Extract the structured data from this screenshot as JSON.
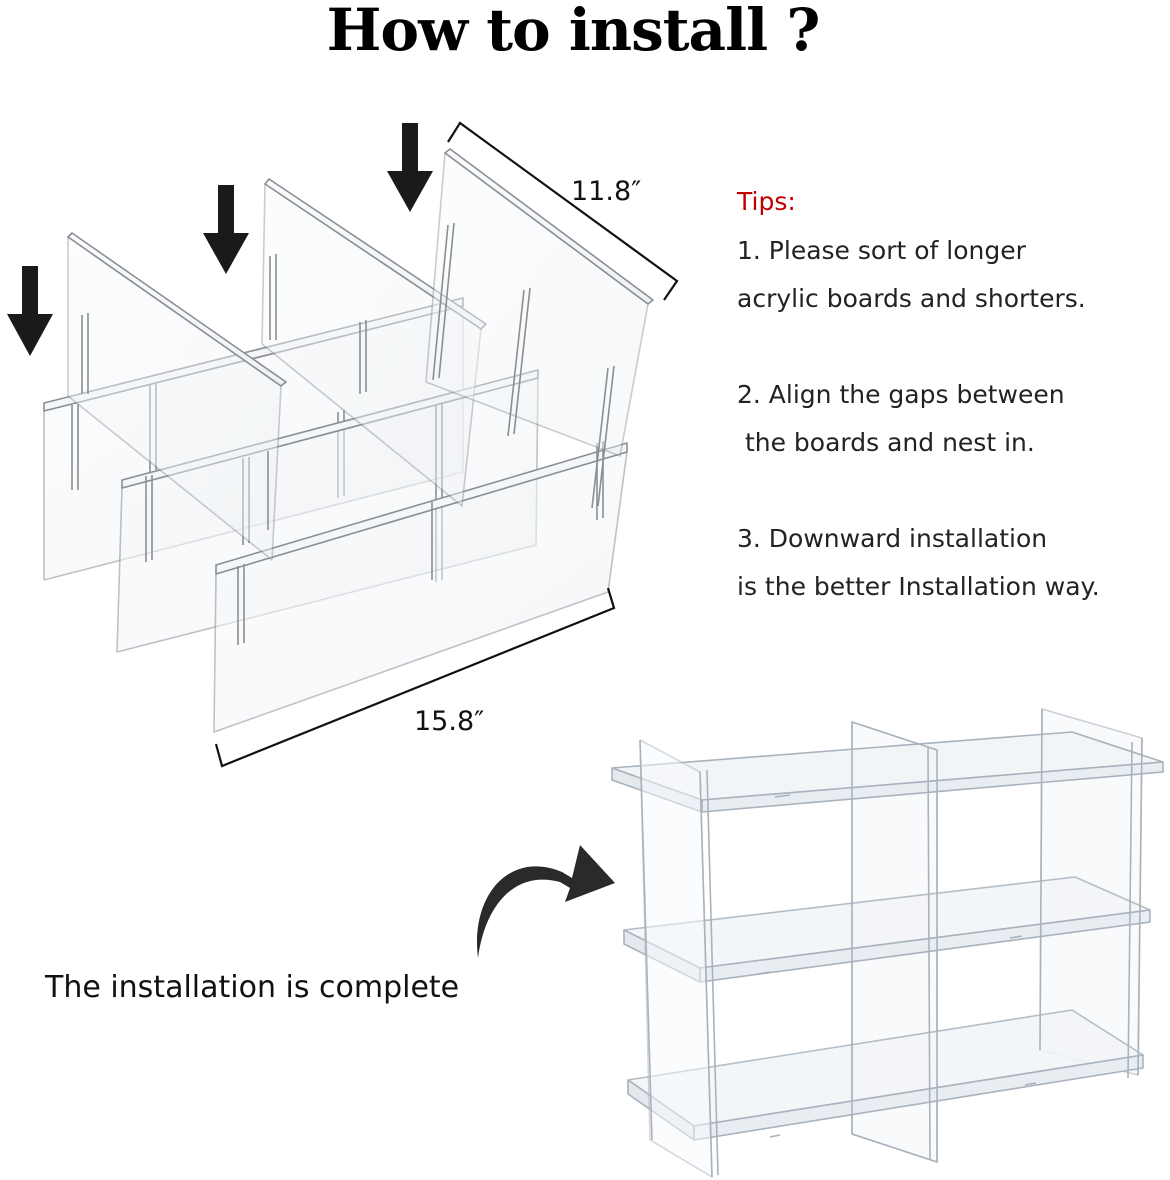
{
  "title": "How to install ?",
  "dimensions": {
    "depth": "11.8″",
    "width": "15.8″"
  },
  "tips": {
    "heading": "Tips:",
    "items": [
      {
        "line1": "1. Please sort of longer",
        "line2": "acrylic boards and shorters."
      },
      {
        "line1": "2. Align the gaps between",
        "line2": " the boards and nest in."
      },
      {
        "line1": "3. Downward installation",
        "line2": "is the better Installation way."
      }
    ]
  },
  "caption": "The installation is complete",
  "colors": {
    "tips_heading": "#c00000",
    "arrow": "#1a1a1a",
    "acrylic_edge": "#8a8f96"
  }
}
